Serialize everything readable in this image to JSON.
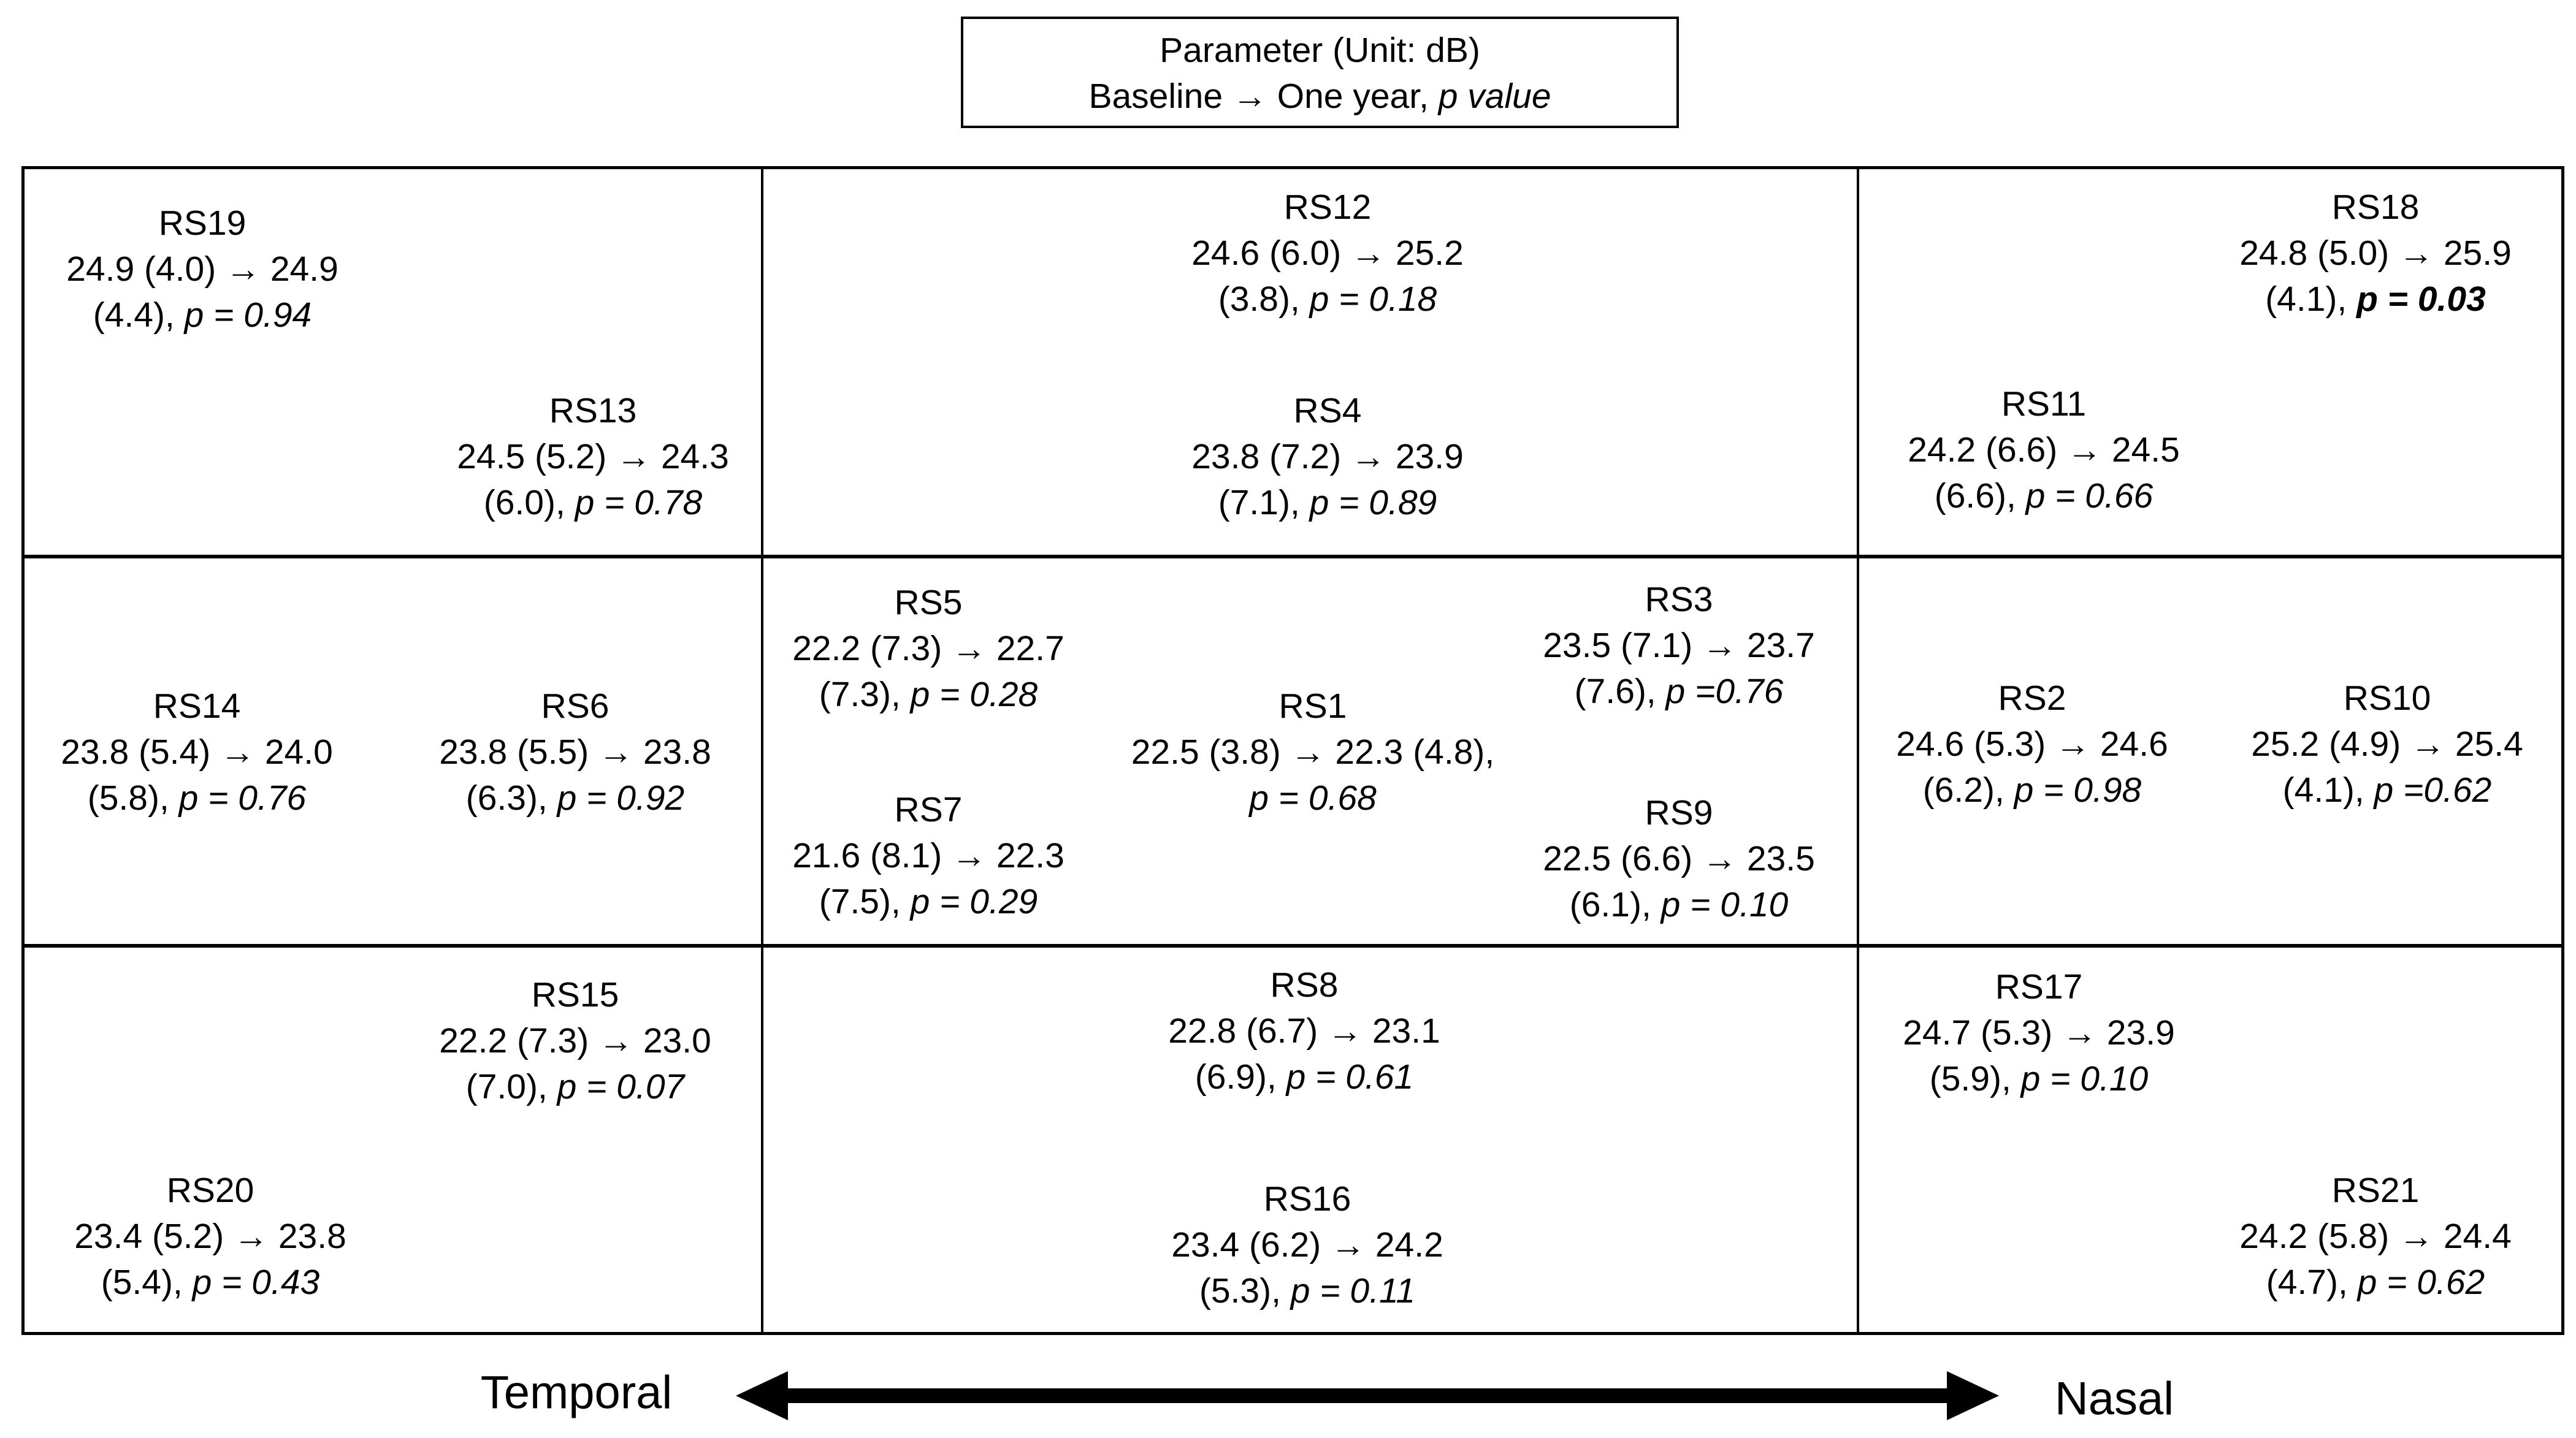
{
  "legend": {
    "line1": "Parameter (Unit: dB)",
    "line2_prefix": "Baseline → One year, ",
    "line2_italic": "p value"
  },
  "sectors": [
    {
      "name": "RS19",
      "line2": "24.9 (4.0) → 24.9",
      "line3": "(4.4), ",
      "p": "p = 0.94",
      "bold": false
    },
    {
      "name": "RS12",
      "line2": "24.6 (6.0) → 25.2",
      "line3": "(3.8), ",
      "p": "p = 0.18",
      "bold": false
    },
    {
      "name": "RS18",
      "line2": "24.8 (5.0) → 25.9",
      "line3": "(4.1), ",
      "p": "p = 0.03",
      "bold": true
    },
    {
      "name": "RS13",
      "line2": "24.5 (5.2) → 24.3",
      "line3": "(6.0), ",
      "p": "p = 0.78",
      "bold": false
    },
    {
      "name": "RS4",
      "line2": "23.8 (7.2) → 23.9",
      "line3": "(7.1), ",
      "p": "p = 0.89",
      "bold": false
    },
    {
      "name": "RS11",
      "line2": "24.2 (6.6) → 24.5",
      "line3": "(6.6), ",
      "p": "p = 0.66",
      "bold": false
    },
    {
      "name": "RS14",
      "line2": "23.8 (5.4) → 24.0",
      "line3": "(5.8), ",
      "p": "p = 0.76",
      "bold": false
    },
    {
      "name": "RS6",
      "line2": "23.8 (5.5) → 23.8",
      "line3": "(6.3), ",
      "p": "p = 0.92",
      "bold": false
    },
    {
      "name": "RS5",
      "line2": "22.2 (7.3) → 22.7",
      "line3": "(7.3), ",
      "p": "p = 0.28",
      "bold": false
    },
    {
      "name": "RS3",
      "line2": "23.5 (7.1) → 23.7",
      "line3": "(7.6), ",
      "p": "p =0.76",
      "bold": false
    },
    {
      "name": "RS1",
      "line2": "22.5 (3.8) → 22.3 (4.8),",
      "line3": "",
      "p": "p = 0.68",
      "bold": false
    },
    {
      "name": "RS7",
      "line2": "21.6 (8.1) → 22.3",
      "line3": "(7.5), ",
      "p": "p = 0.29",
      "bold": false
    },
    {
      "name": "RS9",
      "line2": "22.5 (6.6) → 23.5",
      "line3": "(6.1), ",
      "p": "p = 0.10",
      "bold": false
    },
    {
      "name": "RS2",
      "line2": "24.6 (5.3) → 24.6",
      "line3": "(6.2), ",
      "p": "p = 0.98",
      "bold": false
    },
    {
      "name": "RS10",
      "line2": "25.2 (4.9) → 25.4",
      "line3": "(4.1), ",
      "p": "p =0.62",
      "bold": false
    },
    {
      "name": "RS15",
      "line2": "22.2 (7.3) → 23.0",
      "line3": "(7.0), ",
      "p": "p = 0.07",
      "bold": false
    },
    {
      "name": "RS8",
      "line2": "22.8 (6.7) → 23.1",
      "line3": "(6.9), ",
      "p": "p = 0.61",
      "bold": false
    },
    {
      "name": "RS17",
      "line2": "24.7 (5.3) → 23.9",
      "line3": "(5.9), ",
      "p": "p = 0.10",
      "bold": false
    },
    {
      "name": "RS20",
      "line2": "23.4 (5.2) → 23.8",
      "line3": "(5.4), ",
      "p": "p = 0.43",
      "bold": false
    },
    {
      "name": "RS16",
      "line2": "23.4 (6.2) → 24.2",
      "line3": "(5.3), ",
      "p": "p = 0.11",
      "bold": false
    },
    {
      "name": "RS21",
      "line2": "24.2 (5.8) → 24.4",
      "line3": "(4.7), ",
      "p": "p = 0.62",
      "bold": false
    }
  ],
  "axis": {
    "left_label": "Temporal",
    "right_label": "Nasal"
  }
}
